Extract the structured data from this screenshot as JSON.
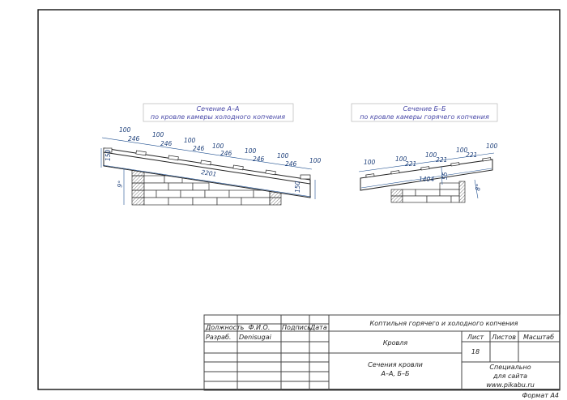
{
  "section_aa": {
    "caption_title": "Сечение А–А",
    "caption_subtitle": "по кровле камеры холодного копчения",
    "dims": [
      "100",
      "246",
      "100",
      "246",
      "100",
      "246",
      "100",
      "246",
      "100",
      "246",
      "100",
      "246",
      "100"
    ],
    "length": "2201",
    "thickness_left": "150",
    "thickness_right": "150",
    "angle": "9°"
  },
  "section_bb": {
    "caption_title": "Сечение Б–Б",
    "caption_subtitle": "по кровле камеры горячего копчения",
    "dims": [
      "100",
      "100",
      "221",
      "100",
      "221",
      "100",
      "221",
      "100"
    ],
    "length": "1404",
    "thickness": "55",
    "angle": "8°"
  },
  "title_block": {
    "project": "Коптильня горячего и холодного копчения",
    "col_position": "Должность",
    "col_name": "Ф.И.О.",
    "col_signature": "Подпись",
    "col_date": "Дата",
    "role": "Разраб.",
    "author": "Denisugai",
    "part": "Кровля",
    "sheet_label": "Лист",
    "sheets_label": "Листов",
    "scale_label": "Масштаб",
    "sheet_number": "18",
    "drawing_title_1": "Сечения кровли",
    "drawing_title_2": "А–А, Б–Б",
    "org_1": "Специально",
    "org_2": "для сайта",
    "org_3": "www.pikabu.ru"
  },
  "format": "Формат А4"
}
